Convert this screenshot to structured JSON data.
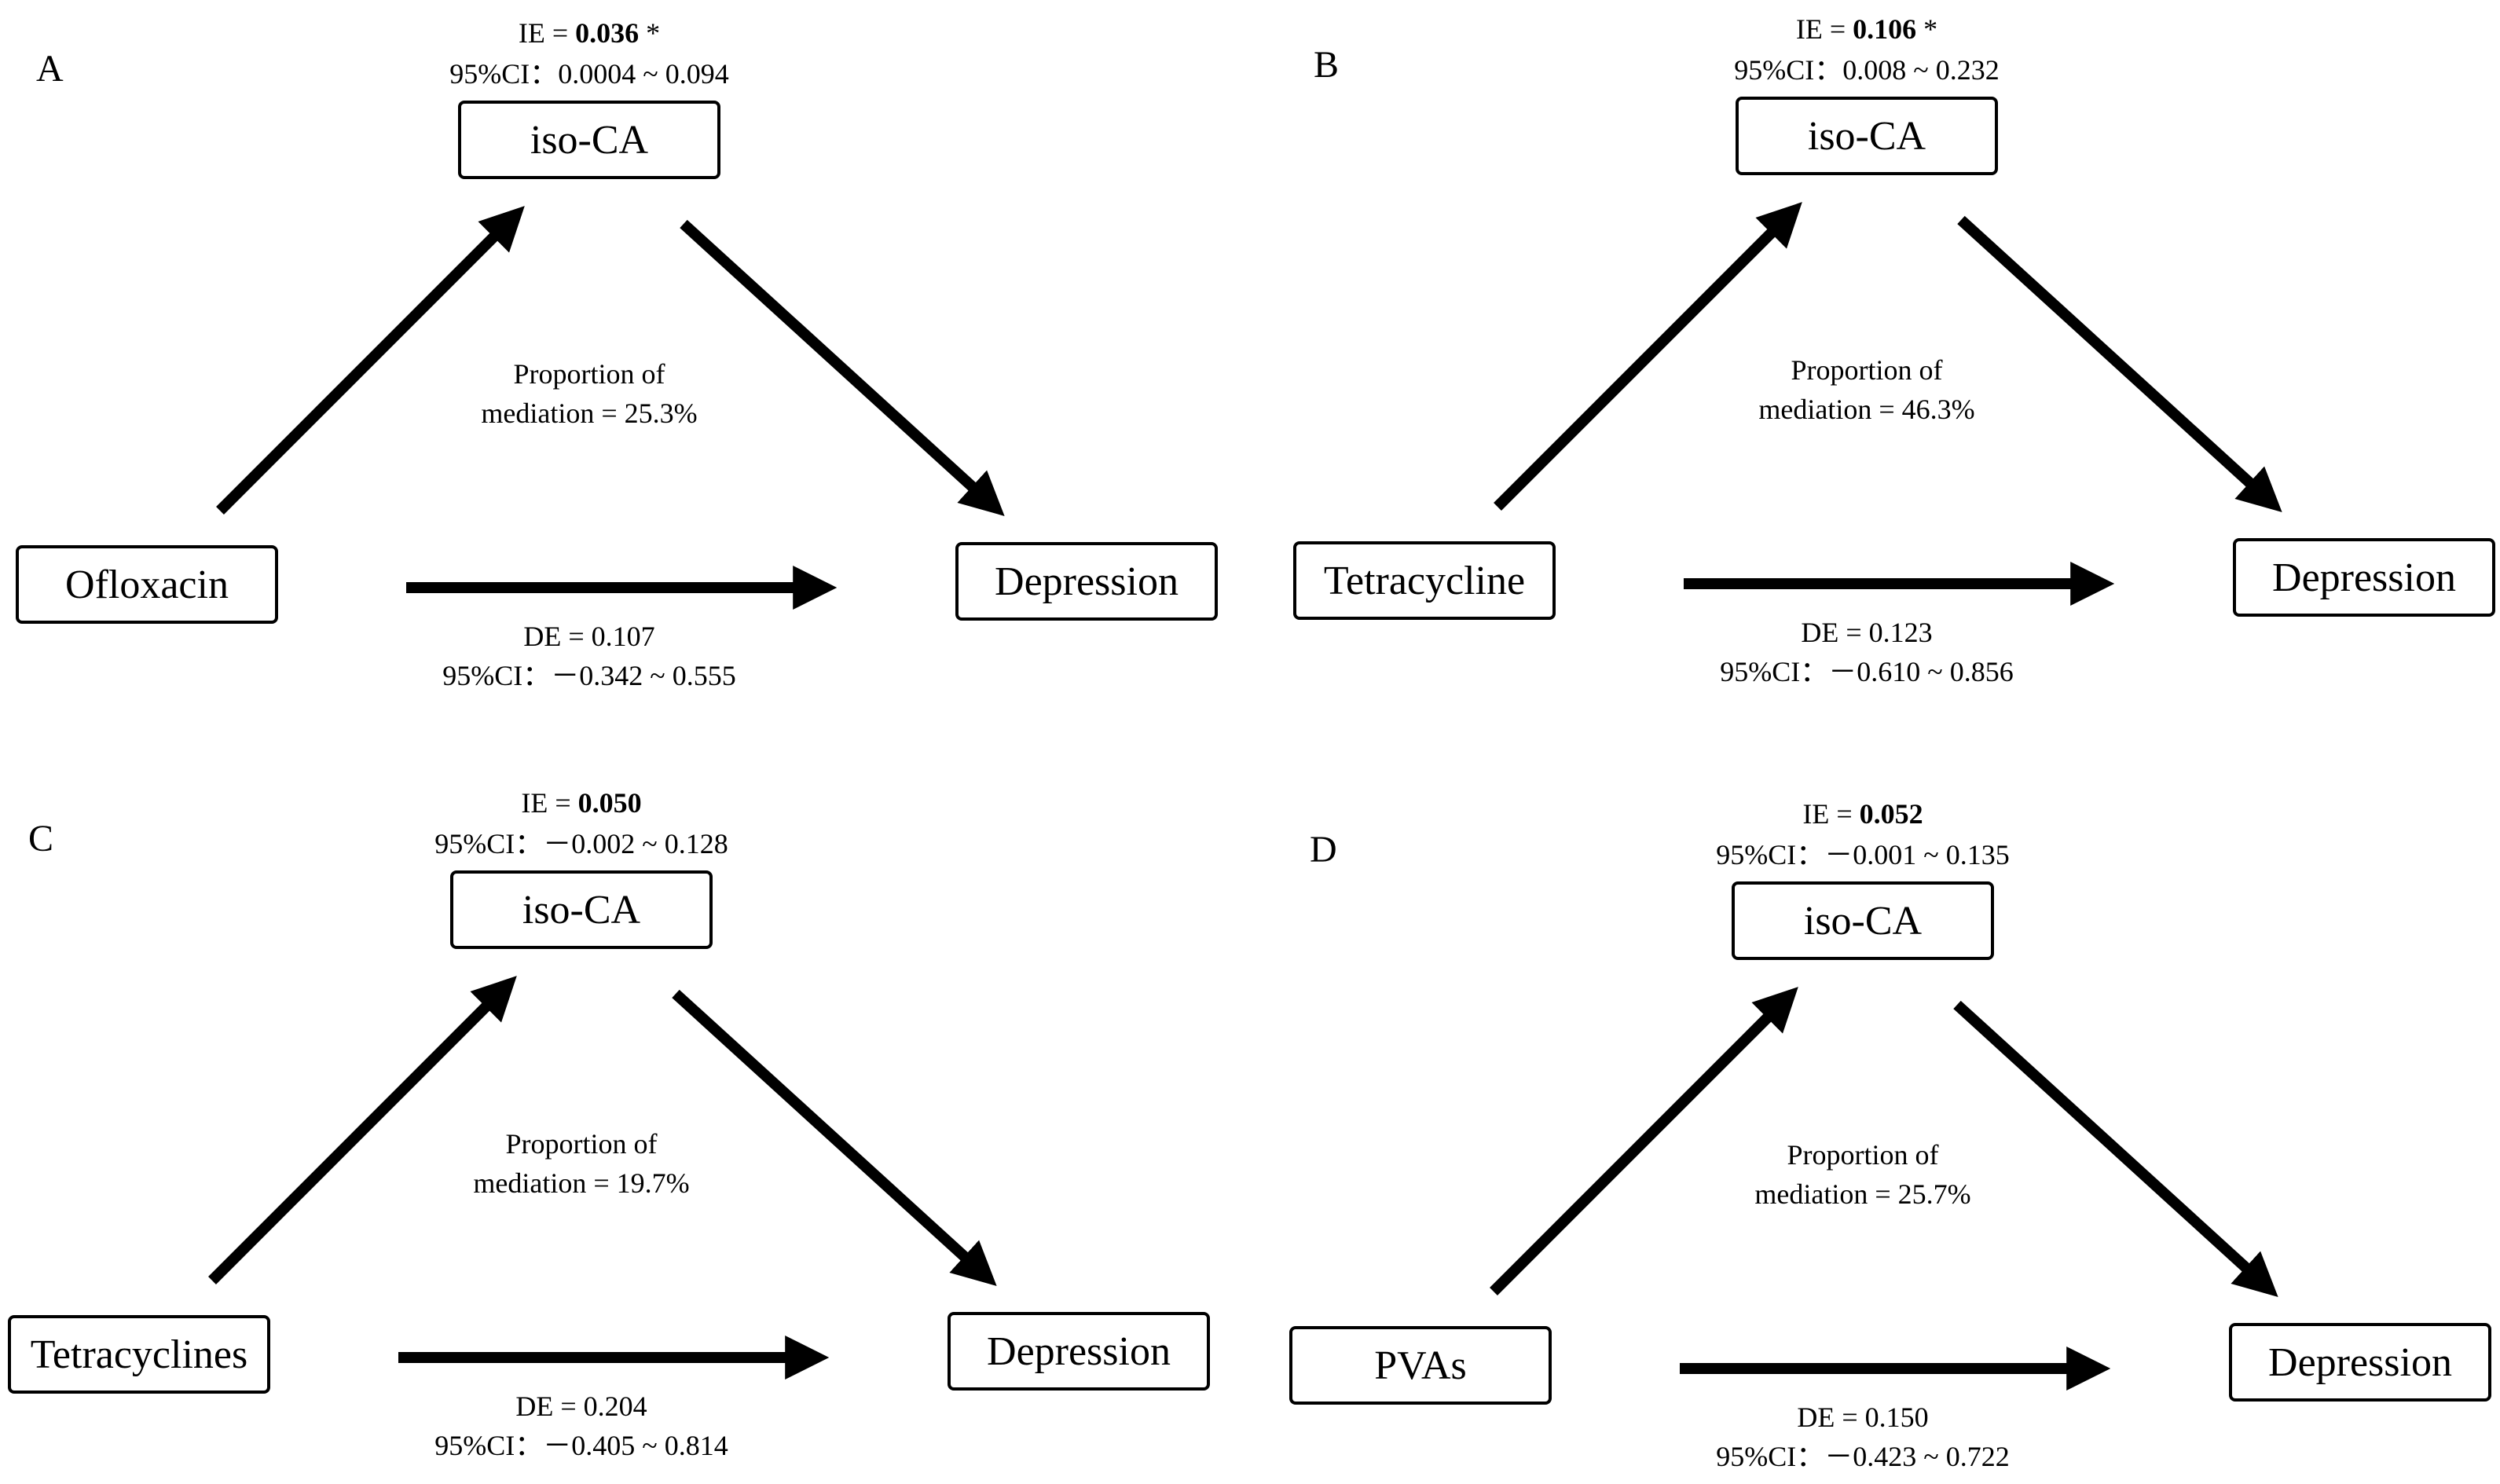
{
  "panels": [
    {
      "label": "A",
      "mediator": "iso-CA",
      "exposure": "Ofloxacin",
      "outcome": "Depression",
      "ie_prefix": "IE = ",
      "ie_value": "0.036",
      "ie_suffix": " *",
      "ie_ci": "95%CI：0.0004 ~ 0.094",
      "proportion_line1": "Proportion of",
      "proportion_line2": "mediation = 25.3%",
      "de": "DE = 0.107",
      "de_ci": "95%CI：－0.342 ~ 0.555"
    },
    {
      "label": "B",
      "mediator": "iso-CA",
      "exposure": "Tetracycline",
      "outcome": "Depression",
      "ie_prefix": "IE = ",
      "ie_value": "0.106",
      "ie_suffix": " *",
      "ie_ci": "95%CI：0.008 ~ 0.232",
      "proportion_line1": "Proportion of",
      "proportion_line2": "mediation = 46.3%",
      "de": "DE = 0.123",
      "de_ci": "95%CI：－0.610 ~ 0.856"
    },
    {
      "label": "C",
      "mediator": "iso-CA",
      "exposure": "Tetracyclines",
      "outcome": "Depression",
      "ie_prefix": "IE = ",
      "ie_value": "0.050",
      "ie_suffix": "",
      "ie_ci": "95%CI：－0.002 ~ 0.128",
      "proportion_line1": "Proportion of",
      "proportion_line2": "mediation = 19.7%",
      "de": "DE = 0.204",
      "de_ci": "95%CI：－0.405 ~ 0.814"
    },
    {
      "label": "D",
      "mediator": "iso-CA",
      "exposure": "PVAs",
      "outcome": "Depression",
      "ie_prefix": "IE = ",
      "ie_value": "0.052",
      "ie_suffix": "",
      "ie_ci": "95%CI：－0.001 ~ 0.135",
      "proportion_line1": "Proportion of",
      "proportion_line2": "mediation = 25.7%",
      "de": "DE = 0.150",
      "de_ci": "95%CI：－0.423 ~ 0.722"
    }
  ]
}
